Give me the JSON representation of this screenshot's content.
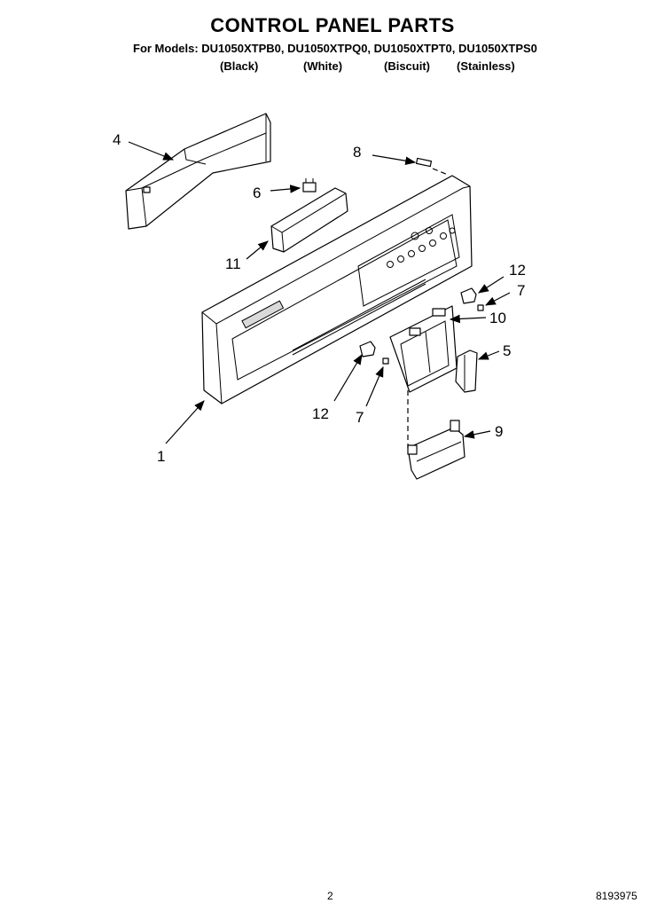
{
  "header": {
    "title": "CONTROL PANEL PARTS",
    "models_line": "For Models: DU1050XTPB0, DU1050XTPQ0, DU1050XTPT0, DU1050XTPS0",
    "colors": [
      "(Black)",
      "(White)",
      "(Biscuit)",
      "(Stainless)"
    ]
  },
  "callouts": {
    "c1": "1",
    "c4": "4",
    "c5": "5",
    "c6": "6",
    "c7a": "7",
    "c7b": "7",
    "c8": "8",
    "c9": "9",
    "c10": "10",
    "c11": "11",
    "c12a": "12",
    "c12b": "12"
  },
  "footer": {
    "page_number": "2",
    "document_number": "8193975"
  }
}
